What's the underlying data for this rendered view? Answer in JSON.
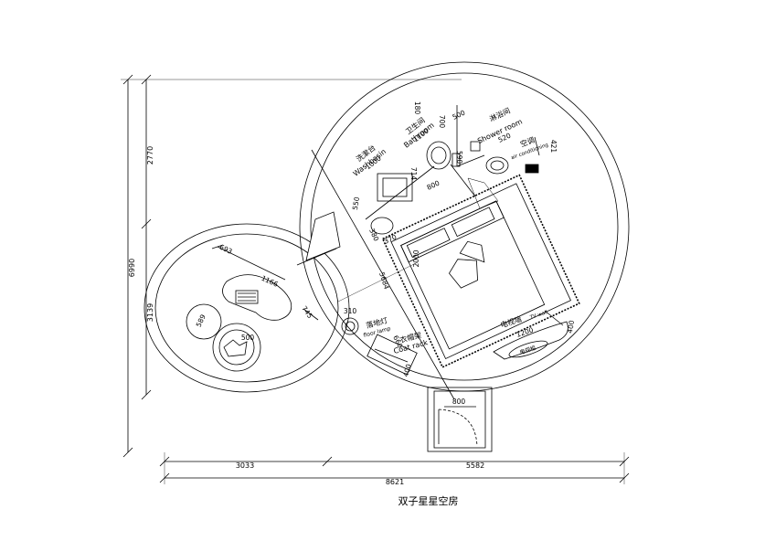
{
  "caption": "双子星星空房",
  "dimensions": {
    "total_height": "6990",
    "upper_height": "2770",
    "lower_height": "3139",
    "left_width": "3033",
    "right_width": "5582",
    "total_width": "8621",
    "door": "800",
    "bed": "2000",
    "diagonal": "5684",
    "sofa_w": "1166",
    "sofa_angle": "693",
    "table_small": "589",
    "table_round": "500",
    "gap_745": "745",
    "basin": "1000",
    "basin_depth": "550",
    "toilet": "1100",
    "bath_700": "700",
    "bath_180": "180",
    "bath_500": "500",
    "shower_520": "520",
    "ac_421": "421",
    "v_590": "590",
    "v_714": "714",
    "v_800": "800",
    "nightstand_370": "370",
    "nightstand_380": "380",
    "lamp_310": "310",
    "rack_660": "660",
    "rack_400": "400",
    "tv_1200": "1200",
    "tv_400": "400"
  },
  "labels": {
    "washbasin_cn": "洗漱台",
    "washbasin_en": "Washbasin",
    "bathroom_cn": "卫生间",
    "bathroom_en": "Bathroom",
    "shower_cn": "淋浴间",
    "shower_en": "Shower room",
    "ac_cn": "空调",
    "ac_en": "air conditioning",
    "floor_lamp_cn": "落地灯",
    "floor_lamp_en": "floor lamp",
    "coat_rack_cn": "衣帽架",
    "coat_rack_en": "Coat rack",
    "tv_wall_cn": "电视墙",
    "tv_wall_en": "TV wall",
    "tv_console": "电视柜"
  }
}
